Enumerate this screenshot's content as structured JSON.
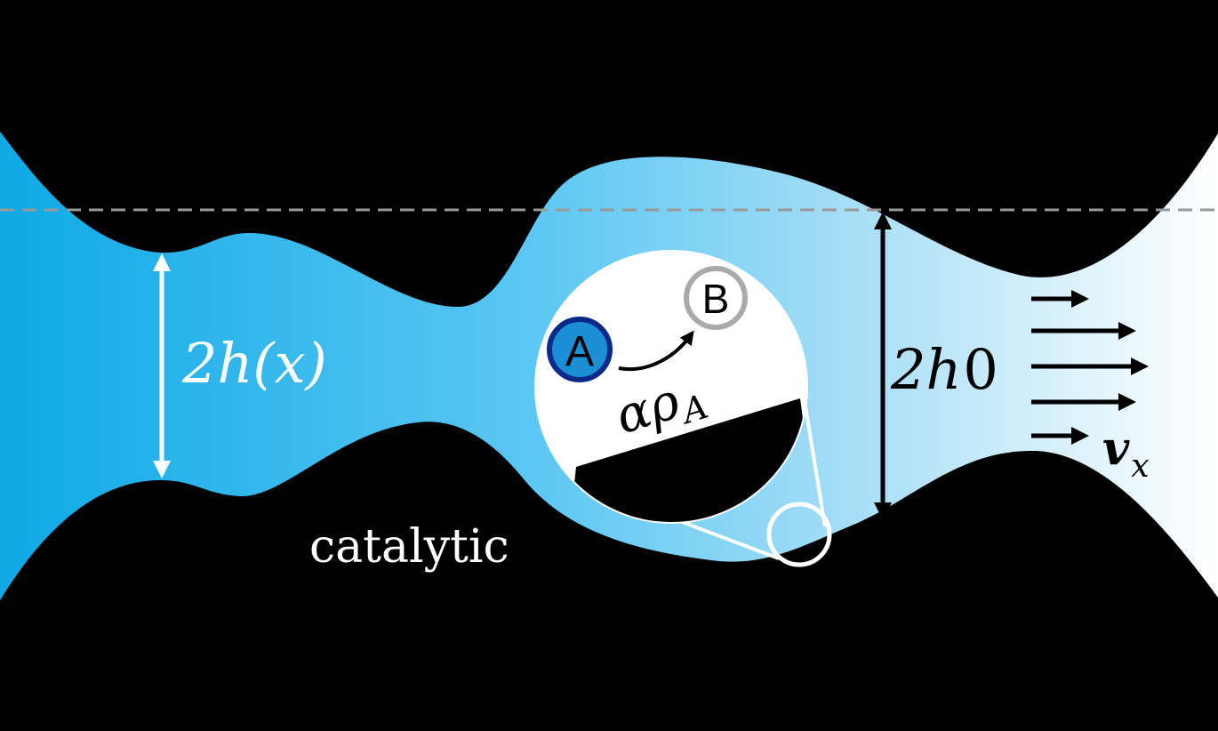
{
  "labels": {
    "width_label": "2h(x)",
    "h0_label_main": "2h",
    "h0_label_sub": "0",
    "velocity_main": "v",
    "velocity_sub": "x",
    "catalytic": "catalytic",
    "species_a": "A",
    "species_b": "B",
    "rate_main": "αρ",
    "rate_sub": "A"
  },
  "colors": {
    "background": "#000000",
    "channel_left": "#0fa9e6",
    "channel_mid": "#8fd8f7",
    "channel_right": "#ffffff",
    "species_a_fill": "#1a8fd6",
    "species_a_stroke": "#0a2a8a",
    "species_b_stroke": "#aaaaaa",
    "dashed_line": "#999999"
  },
  "icons": {
    "zoom_circle": "magnifier-inset",
    "reaction_arrow": "curved-arrow",
    "flow_arrows": "right-arrows"
  }
}
